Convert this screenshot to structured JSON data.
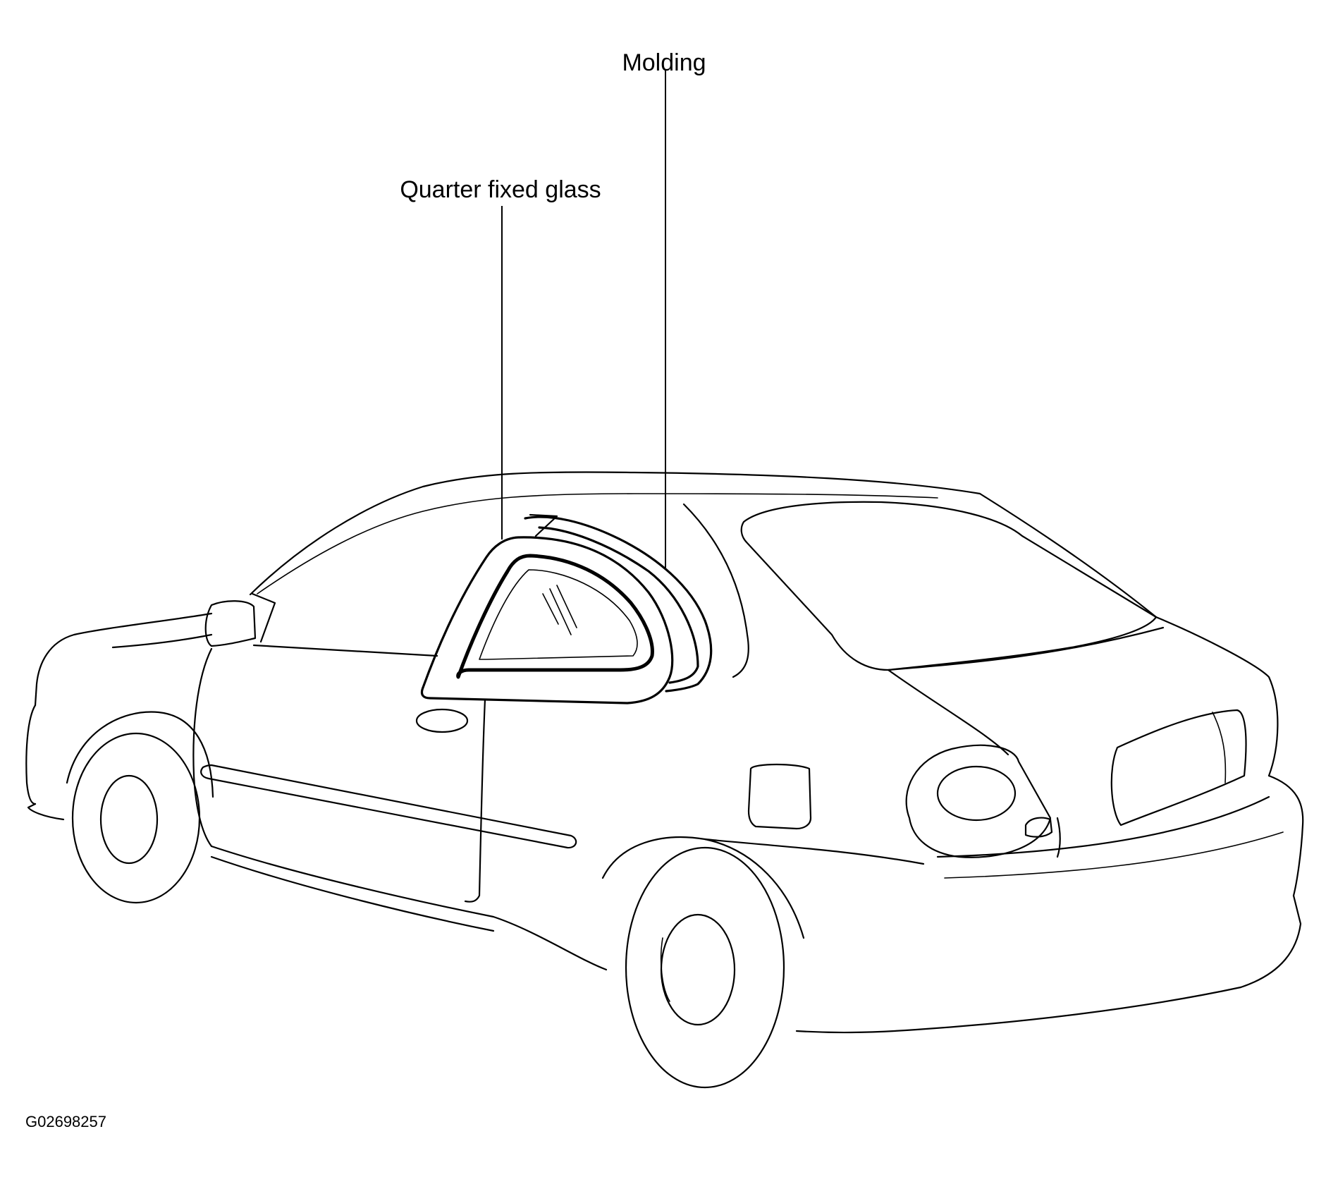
{
  "callouts": {
    "molding": "Molding",
    "quarter_fixed_glass": "Quarter fixed glass"
  },
  "figure_id": "G02698257",
  "colors": {
    "line": "#000000",
    "background": "#ffffff"
  }
}
